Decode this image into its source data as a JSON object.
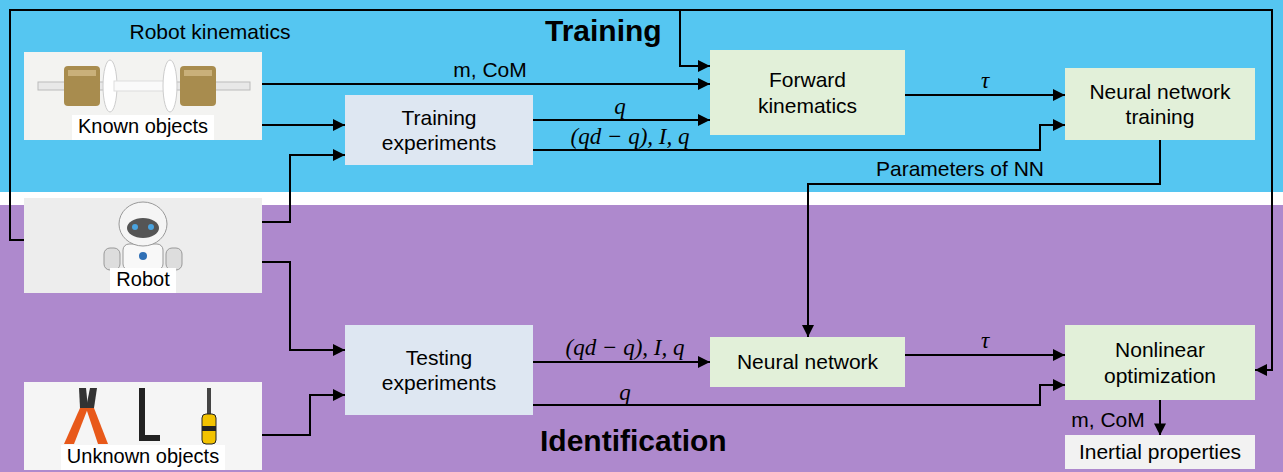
{
  "diagram": {
    "nodes": [
      {
        "text": [
          "Training"
        ]
      },
      {
        "text": [
          "Known objects"
        ],
        "in": 0
      },
      {
        "text": [
          "Robot"
        ]
      },
      {
        "text": [
          "Training experiments"
        ],
        "in": 0
      },
      {
        "text": [
          "Forward kinematics"
        ],
        "in": 0
      },
      {
        "text": [
          "Neural network training"
        ],
        "in": 0
      },
      {
        "text": [
          "Identification"
        ]
      },
      {
        "text": [
          "Unknown objects"
        ],
        "in": 6
      },
      {
        "text": [
          "Testing experiments"
        ],
        "in": 6
      },
      {
        "text": [
          "Neural network"
        ],
        "in": 6
      },
      {
        "text": [
          "Nonlinear optimization"
        ],
        "in": 6
      },
      {
        "text": [
          "Inertial properties"
        ],
        "in": 6
      }
    ],
    "edges": [
      {
        "from": 2,
        "to": 4,
        "label": "Robot kinematics",
        "arrow": "to"
      },
      {
        "from": 2,
        "to": 10,
        "arrow": "to"
      },
      {
        "from": 1,
        "to": 4,
        "label": "m, CoM",
        "arrow": "to"
      },
      {
        "from": 1,
        "to": 3,
        "arrow": "to"
      },
      {
        "from": 2,
        "to": 3,
        "arrow": "to"
      },
      {
        "from": 3,
        "to": 4,
        "label": "q",
        "arrow": "to"
      },
      {
        "from": 3,
        "to": 5,
        "label": "(qd − q), I, q",
        "arrow": "to"
      },
      {
        "from": 4,
        "to": 5,
        "label": "τ",
        "arrow": "to"
      },
      {
        "from": 5,
        "to": 9,
        "label": "Parameters of NN",
        "arrow": "to"
      },
      {
        "from": 2,
        "to": 8,
        "arrow": "to"
      },
      {
        "from": 7,
        "to": 8,
        "arrow": "to"
      },
      {
        "from": 8,
        "to": 9,
        "label": "(qd − q), I, q",
        "arrow": "to"
      },
      {
        "from": 8,
        "to": 10,
        "label": "q",
        "arrow": "to"
      },
      {
        "from": 9,
        "to": 10,
        "label": "τ",
        "arrow": "to"
      },
      {
        "from": 10,
        "to": 11,
        "label": "m, CoM",
        "arrow": "to"
      }
    ]
  }
}
